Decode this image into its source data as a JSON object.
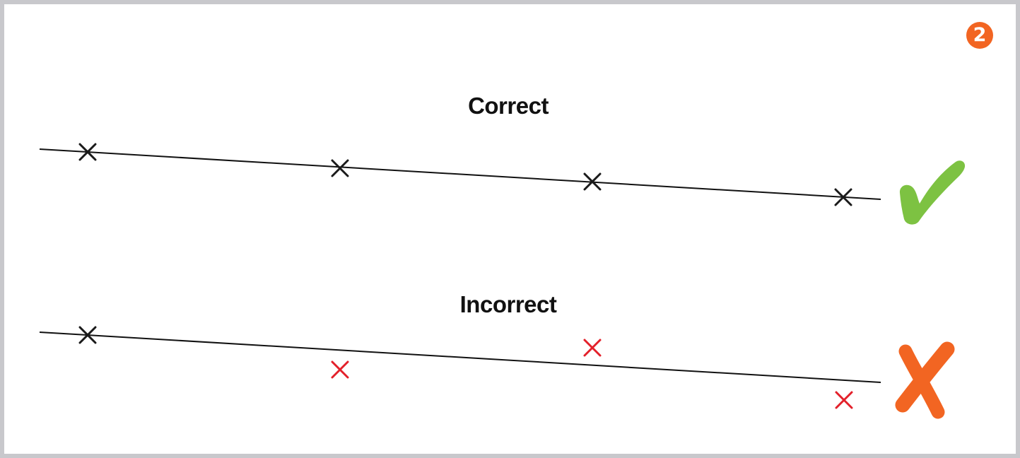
{
  "step_number": "2",
  "panels": [
    {
      "heading": "Correct",
      "marker_color": "#1a1a1a",
      "verdict_icon": "check-mark-icon",
      "verdict_color": "#7dc242"
    },
    {
      "heading": "Incorrect",
      "marker_color": "#e3202a",
      "verdict_icon": "cross-mark-icon",
      "verdict_color": "#f26522"
    }
  ],
  "colors": {
    "frame_border": "#c8c8cc",
    "badge": "#f26522",
    "line": "#111111",
    "on_line_marker": "#1a1a1a",
    "off_line_marker": "#e3202a"
  }
}
